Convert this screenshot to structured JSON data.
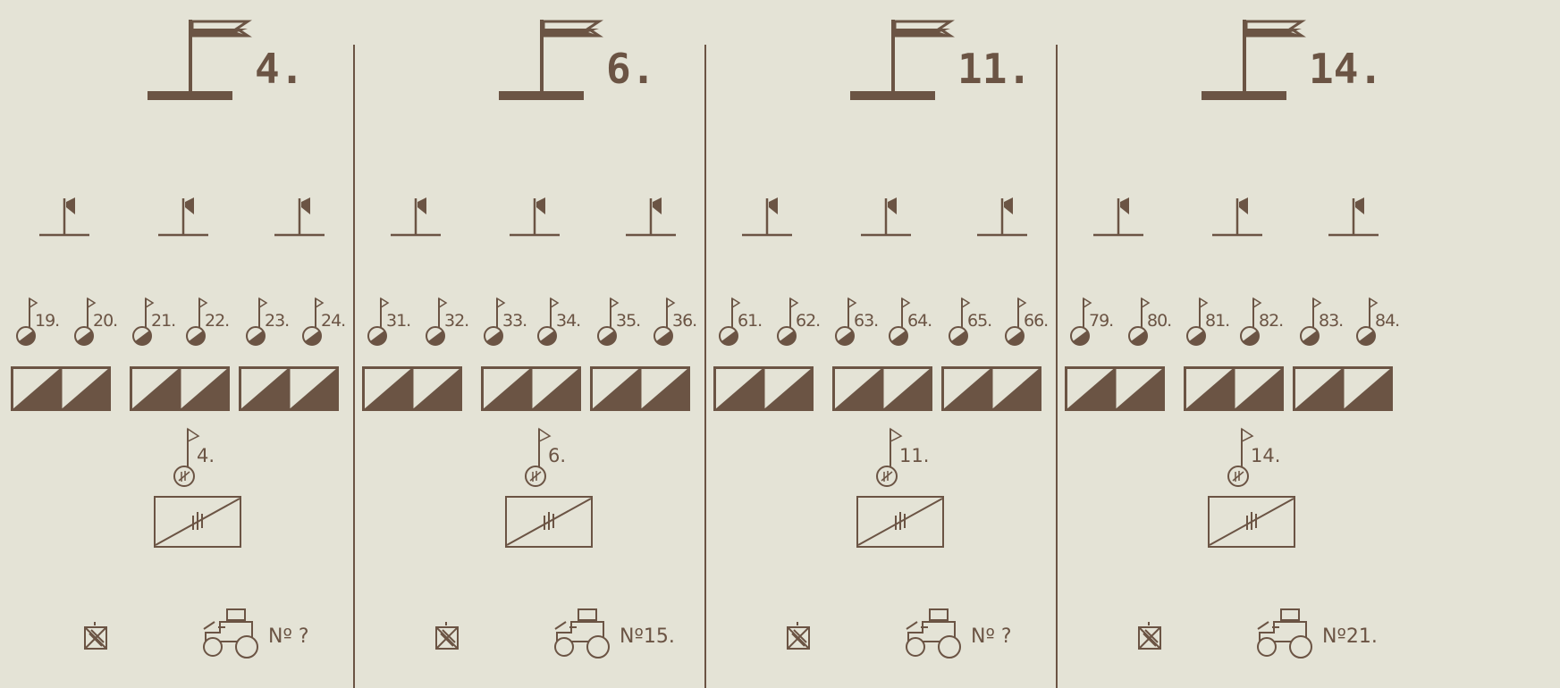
{
  "columns": [
    {
      "number": "4.",
      "guns": [
        "19.",
        "20.",
        "21.",
        "22.",
        "23.",
        "24."
      ],
      "command_label": "4.",
      "vehicle_label": "Nº ?"
    },
    {
      "number": "6.",
      "guns": [
        "31.",
        "32.",
        "33.",
        "34.",
        "35.",
        "36."
      ],
      "command_label": "6.",
      "vehicle_label": "Nº15."
    },
    {
      "number": "11.",
      "guns": [
        "61.",
        "62.",
        "63.",
        "64.",
        "65.",
        "66."
      ],
      "command_label": "11.",
      "vehicle_label": "Nº ?"
    },
    {
      "number": "14.",
      "guns": [
        "79.",
        "80.",
        "81.",
        "82.",
        "83.",
        "84."
      ],
      "command_label": "14.",
      "vehicle_label": "Nº21."
    }
  ],
  "icons": {
    "headquarters": "hq-flag-icon",
    "unit_flag": "pennant-flag-icon",
    "gun": "gun-position-icon",
    "battery_box": "split-square-icon",
    "command": "command-post-icon",
    "signal_box": "signal-box-icon",
    "mini_symbol": "crossed-tools-icon",
    "vehicle": "tractor-vehicle-icon"
  },
  "colors": {
    "paper": "#e4e3d6",
    "ink": "#6b5444"
  }
}
